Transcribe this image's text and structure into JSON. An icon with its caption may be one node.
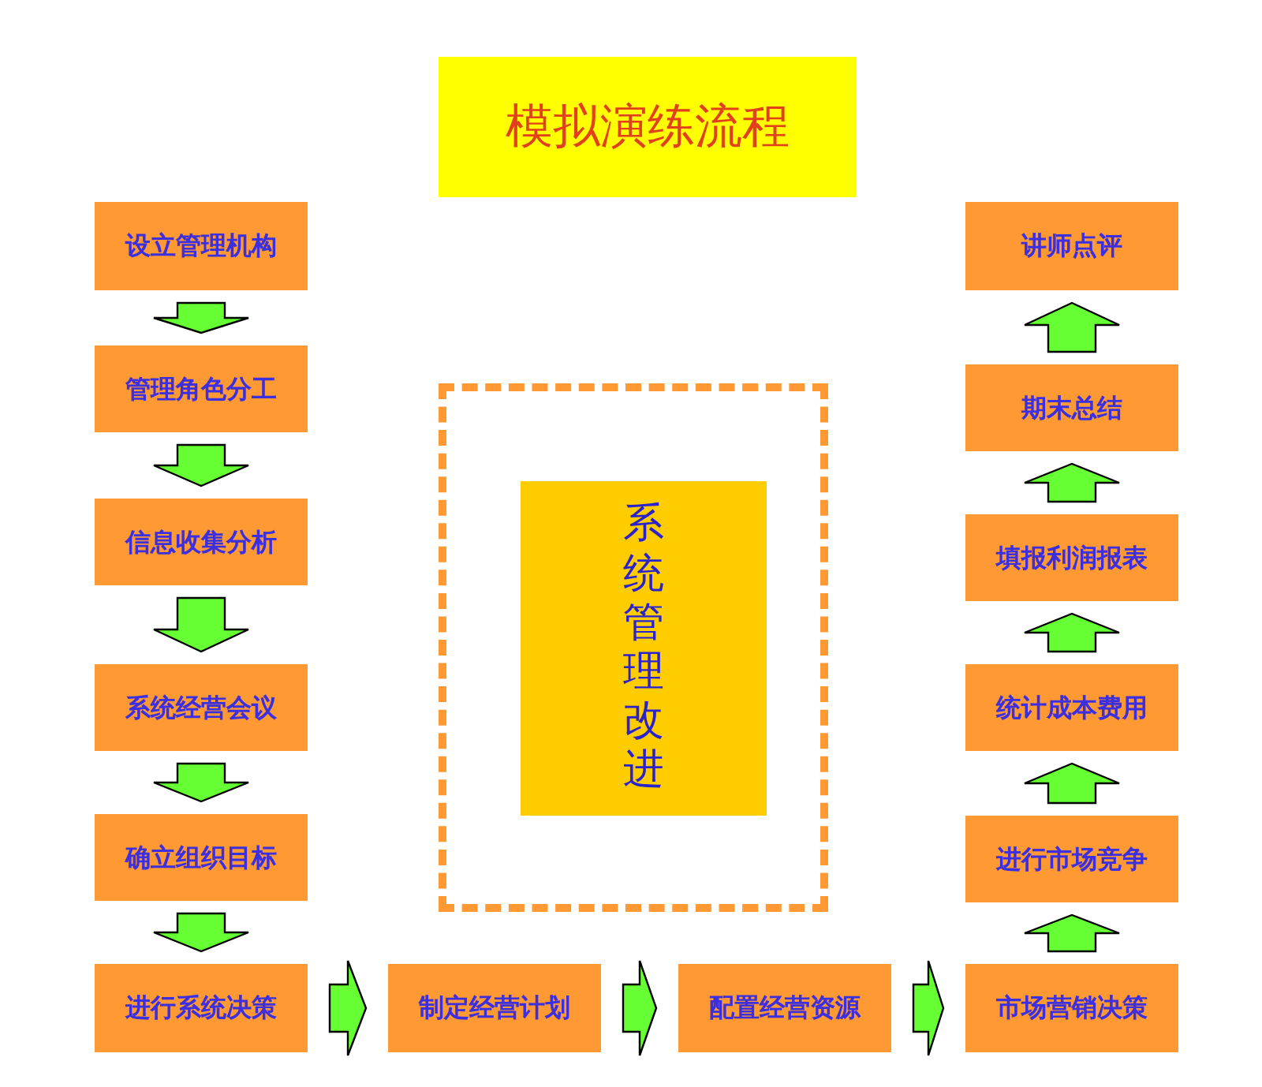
{
  "diagram": {
    "title": "模拟演练流程",
    "nodes": [
      {
        "text": [
          "设立管理机构"
        ]
      },
      {
        "text": [
          "管理角色分工"
        ]
      },
      {
        "text": [
          "信息收集分析"
        ]
      },
      {
        "text": [
          "系统经营会议"
        ]
      },
      {
        "text": [
          "确立组织目标"
        ]
      },
      {
        "text": [
          "进行系统决策"
        ]
      },
      {
        "text": [
          "制定经营计划"
        ]
      },
      {
        "text": [
          "配置经营资源"
        ]
      },
      {
        "text": [
          "市场营销决策"
        ]
      },
      {
        "text": [
          "进行市场竞争"
        ]
      },
      {
        "text": [
          "统计成本费用"
        ]
      },
      {
        "text": [
          "填报利润报表"
        ]
      },
      {
        "text": [
          "期末总结"
        ]
      },
      {
        "text": [
          "讲师点评"
        ]
      },
      {
        "text": [],
        "shape": "box"
      },
      {
        "text": [
          "系统管理改进"
        ],
        "in": 14
      }
    ],
    "edges": [
      {
        "from": 0,
        "to": 1,
        "arrow": "to"
      },
      {
        "from": 1,
        "to": 2,
        "arrow": "to"
      },
      {
        "from": 2,
        "to": 3,
        "arrow": "to"
      },
      {
        "from": 3,
        "to": 4,
        "arrow": "to"
      },
      {
        "from": 4,
        "to": 5,
        "arrow": "to"
      },
      {
        "from": 5,
        "to": 6,
        "arrow": "to"
      },
      {
        "from": 6,
        "to": 7,
        "arrow": "to"
      },
      {
        "from": 7,
        "to": 8,
        "arrow": "to"
      },
      {
        "from": 8,
        "to": 9,
        "arrow": "to"
      },
      {
        "from": 9,
        "to": 10,
        "arrow": "to"
      },
      {
        "from": 10,
        "to": 11,
        "arrow": "to"
      },
      {
        "from": 11,
        "to": 12,
        "arrow": "to"
      },
      {
        "from": 12,
        "to": 13,
        "arrow": "to"
      }
    ]
  }
}
